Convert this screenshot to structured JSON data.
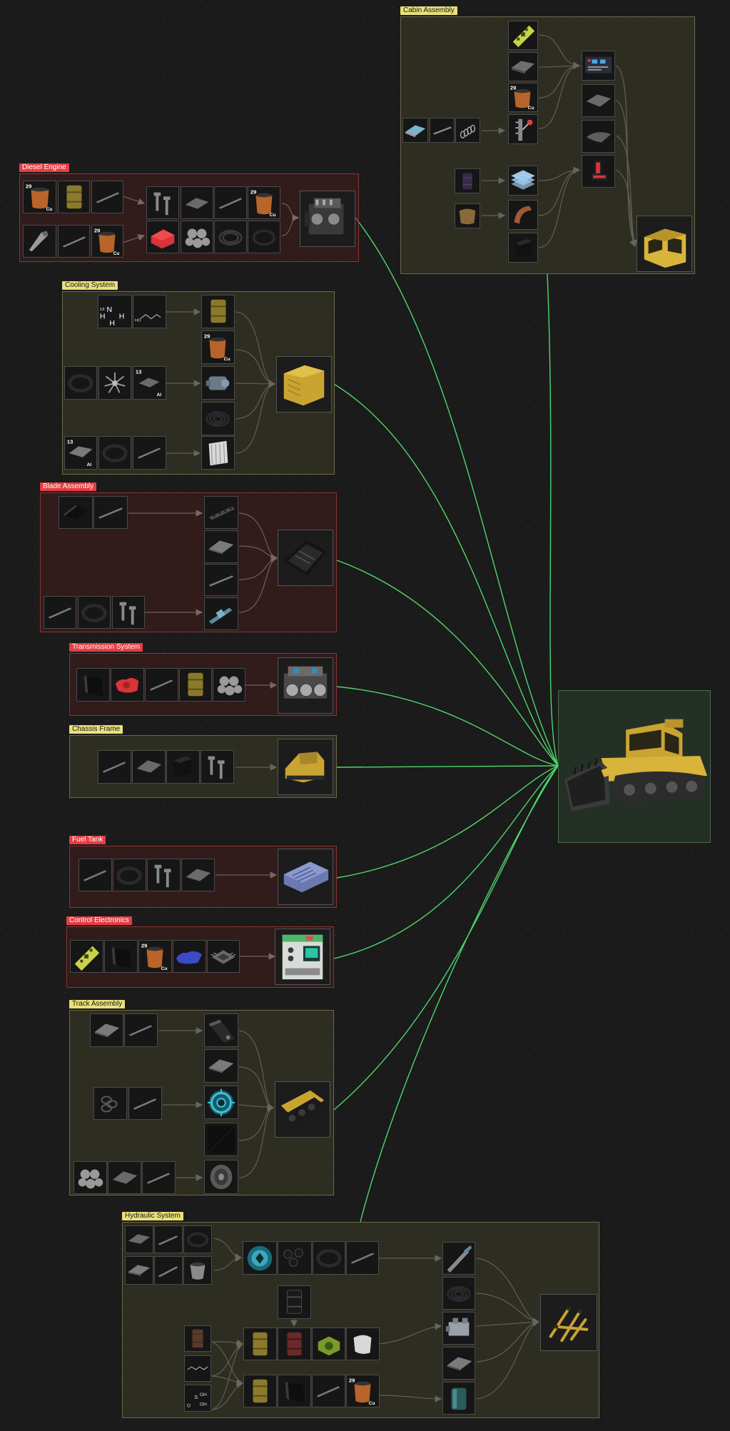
{
  "groups": {
    "cabin": {
      "label": "Cabin Assembly",
      "color": "yellow"
    },
    "diesel": {
      "label": "Diesel Engine",
      "color": "red"
    },
    "cooling": {
      "label": "Cooling System",
      "color": "yellow"
    },
    "blade": {
      "label": "Blade Assembly",
      "color": "red"
    },
    "transmission": {
      "label": "Transmission System",
      "color": "red"
    },
    "chassis": {
      "label": "Chassis Frame",
      "color": "yellow"
    },
    "fuel": {
      "label": "Fuel Tank",
      "color": "red"
    },
    "control": {
      "label": "Control Electronics",
      "color": "red"
    },
    "track": {
      "label": "Track Assembly",
      "color": "yellow"
    },
    "hydraulic": {
      "label": "Hydraulic System",
      "color": "yellow"
    }
  },
  "badges": {
    "copper_number": "29",
    "copper_symbol": "Cu",
    "aluminium_number": "13",
    "aluminium_symbol": "Al"
  },
  "formulas": {
    "ammonia_n": "N",
    "ammonia_h": "H",
    "ammonia_mass": "13",
    "glycol_ho": "HO",
    "acid_oh": "OH",
    "acid_o": "O",
    "acid_s": "S"
  },
  "colors": {
    "link_green": "#4ed66a",
    "arrow_gray": "#8a8a8a",
    "group_red_label": "#e23e44",
    "group_yellow_label": "#e9e07a",
    "bulldozer_yellow": "#d9b43a"
  },
  "icons": {
    "final_product": "bulldozer-icon",
    "copper_coil": "copper-coil-icon",
    "steel_rod": "steel-rod-icon",
    "bolts": "bolts-icon",
    "steel_plate": "steel-plate-icon",
    "rubber_ring": "rubber-ring-icon",
    "barrel": "barrel-icon",
    "engine": "engine-icon",
    "radiator": "radiator-icon",
    "blade": "blade-icon",
    "gearbox": "gearbox-icon",
    "fuel_tank": "fuel-tank-icon",
    "control_panel": "control-panel-icon",
    "track": "track-icon",
    "hydraulic_arm": "hydraulic-arm-icon",
    "cabin": "cabin-icon",
    "seat": "seat-icon"
  }
}
